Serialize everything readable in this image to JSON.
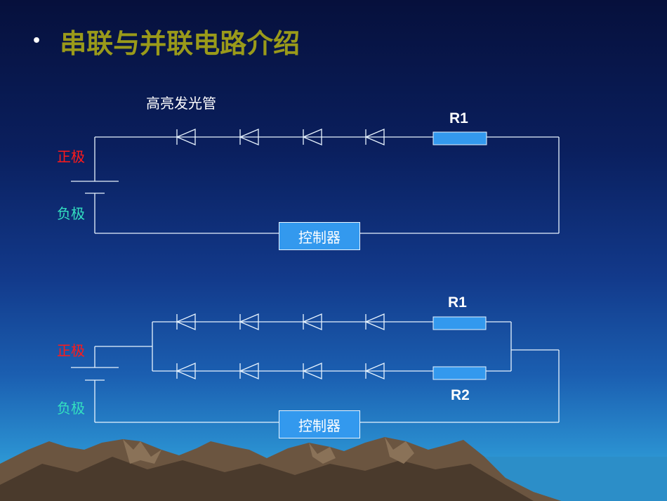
{
  "slide": {
    "bullet": "•",
    "title": "串联与并联电路介绍"
  },
  "series_circuit": {
    "led_label": "高亮发光管",
    "resistor_label": "R1",
    "positive_label": "正极",
    "negative_label": "负极",
    "controller_label": "控制器"
  },
  "parallel_circuit": {
    "resistor1_label": "R1",
    "resistor2_label": "R2",
    "positive_label": "正极",
    "negative_label": "负极",
    "controller_label": "控制器"
  },
  "colors": {
    "title": "#9a9a1a",
    "positive": "#ff1a1a",
    "negative": "#33e0c0",
    "wire": "#e8f4ff",
    "resistor_fill": "#3399ee",
    "controller_fill": "#3399ee"
  }
}
